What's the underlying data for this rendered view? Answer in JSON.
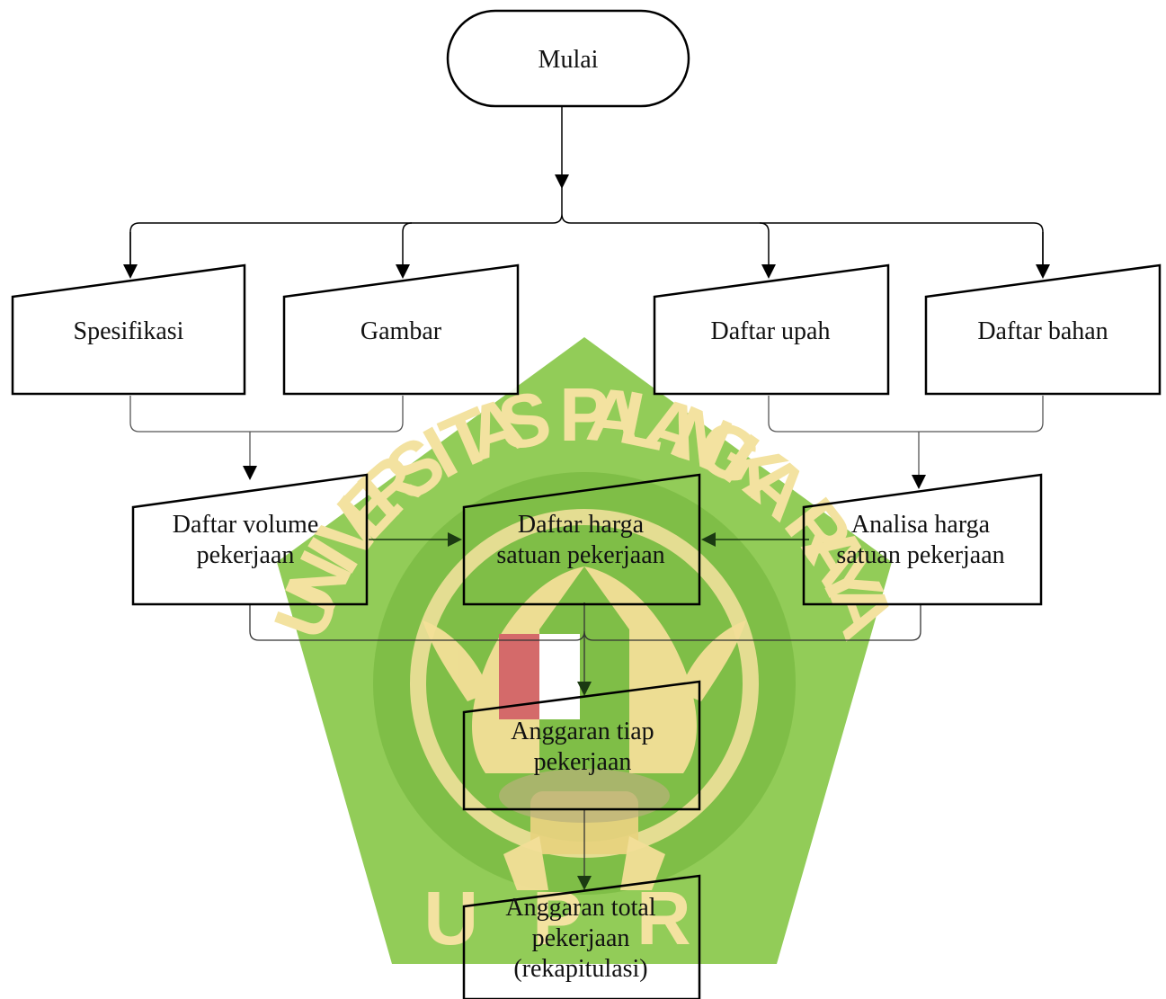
{
  "watermark": {
    "ring_letters": [
      "U",
      "N",
      "I",
      "V",
      "E",
      "R",
      "S",
      "I",
      "T",
      "A",
      "S",
      " ",
      "P",
      "A",
      "L",
      "A",
      "N",
      "G",
      "K",
      "A",
      " ",
      "R",
      "A",
      "Y",
      "A"
    ],
    "bottom_text": "UPR",
    "colors": {
      "green": "#8cc94f",
      "green_dark": "#77b43f",
      "gold": "#f3df98",
      "red": "#d46a6a"
    }
  },
  "nodes": {
    "start": {
      "lines": [
        "Mulai"
      ]
    },
    "spesifikasi": {
      "lines": [
        "Spesifikasi"
      ]
    },
    "gambar": {
      "lines": [
        "Gambar"
      ]
    },
    "daftar_upah": {
      "lines": [
        "Daftar upah"
      ]
    },
    "daftar_bahan": {
      "lines": [
        "Daftar bahan"
      ]
    },
    "daftar_volume": {
      "lines": [
        "Daftar volume",
        "pekerjaan"
      ]
    },
    "daftar_harga": {
      "lines": [
        "Daftar harga",
        "satuan pekerjaan"
      ]
    },
    "analisa_harga": {
      "lines": [
        "Analisa harga",
        "satuan pekerjaan"
      ]
    },
    "anggaran_tiap": {
      "lines": [
        "Anggaran tiap",
        "pekerjaan"
      ]
    },
    "anggaran_total": {
      "lines": [
        "Anggaran total",
        "pekerjaan",
        "(rekapitulasi)"
      ]
    }
  },
  "edges": [
    {
      "from": "start",
      "to": "spesifikasi"
    },
    {
      "from": "start",
      "to": "gambar"
    },
    {
      "from": "start",
      "to": "daftar_upah"
    },
    {
      "from": "start",
      "to": "daftar_bahan"
    },
    {
      "from": "spesifikasi",
      "to": "daftar_volume"
    },
    {
      "from": "gambar",
      "to": "daftar_volume"
    },
    {
      "from": "daftar_upah",
      "to": "analisa_harga"
    },
    {
      "from": "daftar_bahan",
      "to": "analisa_harga"
    },
    {
      "from": "daftar_volume",
      "to": "daftar_harga"
    },
    {
      "from": "analisa_harga",
      "to": "daftar_harga"
    },
    {
      "from": "daftar_volume",
      "to": "anggaran_tiap"
    },
    {
      "from": "daftar_harga",
      "to": "anggaran_tiap"
    },
    {
      "from": "analisa_harga",
      "to": "anggaran_tiap"
    },
    {
      "from": "anggaran_tiap",
      "to": "anggaran_total"
    }
  ]
}
